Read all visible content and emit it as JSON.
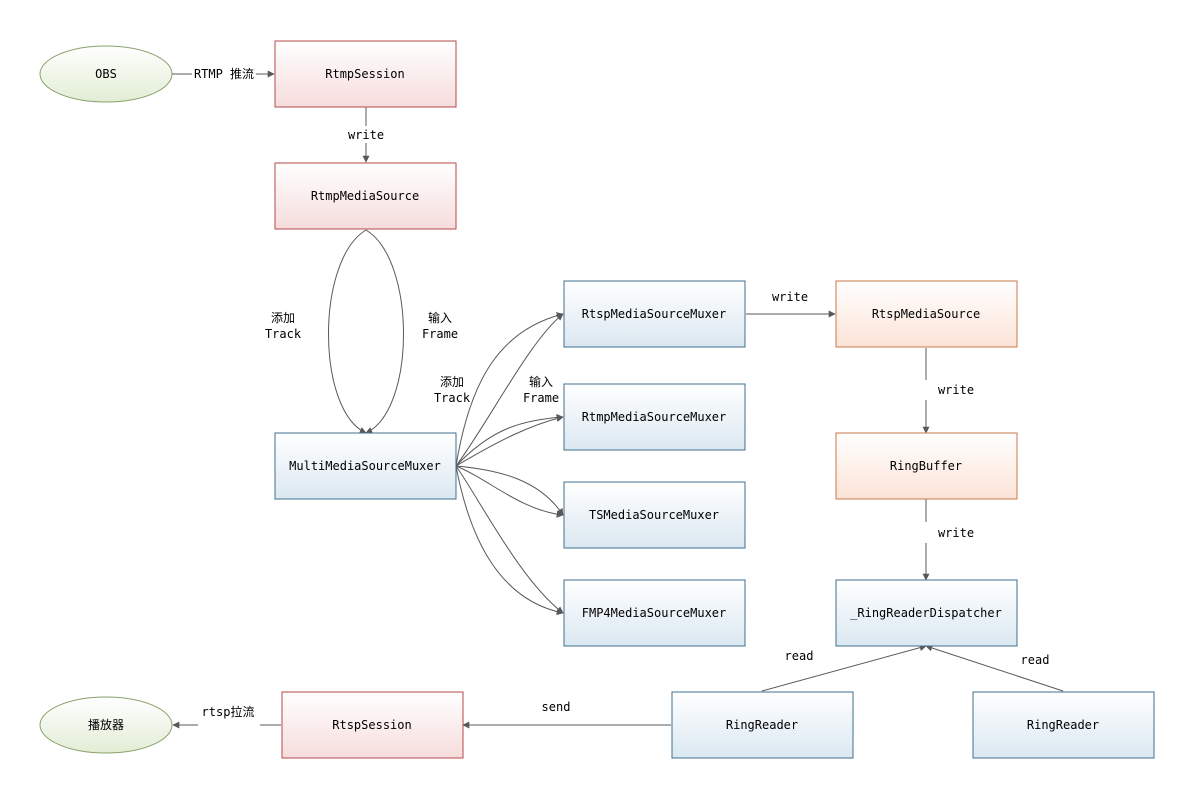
{
  "diagram": {
    "nodes": {
      "obs": "OBS",
      "rtmp_session": "RtmpSession",
      "rtmp_media_source": "RtmpMediaSource",
      "multi_muxer": "MultiMediaSourceMuxer",
      "rtsp_muxer": "RtspMediaSourceMuxer",
      "rtmp_muxer": "RtmpMediaSourceMuxer",
      "ts_muxer": "TSMediaSourceMuxer",
      "fmp4_muxer": "FMP4MediaSourceMuxer",
      "rtsp_media_source": "RtspMediaSource",
      "ring_buffer": "RingBuffer",
      "dispatcher": "_RingReaderDispatcher",
      "ring_reader_1": "RingReader",
      "ring_reader_2": "RingReader",
      "rtsp_session": "RtspSession",
      "player": "播放器"
    },
    "edges": {
      "obs_push": "RTMP 推流",
      "write_1": "write",
      "add_track_1": [
        "添加",
        "Track"
      ],
      "input_frame_1": [
        "输入",
        "Frame"
      ],
      "add_track_2": [
        "添加",
        "Track"
      ],
      "input_frame_2": [
        "输入",
        "Frame"
      ],
      "write_2": "write",
      "write_3": "write",
      "write_4": "write",
      "read_1": "read",
      "read_2": "read",
      "send": "send",
      "rtsp_pull": "rtsp拉流"
    },
    "colors": {
      "red_border": "#b54a4a",
      "red_fill_top": "#ffffff",
      "red_fill_bottom": "#f6dcdc",
      "blue_border": "#3f6f8f",
      "blue_fill_top": "#ffffff",
      "blue_fill_bottom": "#dbe8f1",
      "orange_border": "#c87a4a",
      "orange_fill_top": "#ffffff",
      "orange_fill_bottom": "#fbe3d6",
      "green_border": "#8aa06a",
      "green_fill_top": "#ffffff",
      "green_fill_bottom": "#e2edd5",
      "edge": "#595959"
    }
  }
}
